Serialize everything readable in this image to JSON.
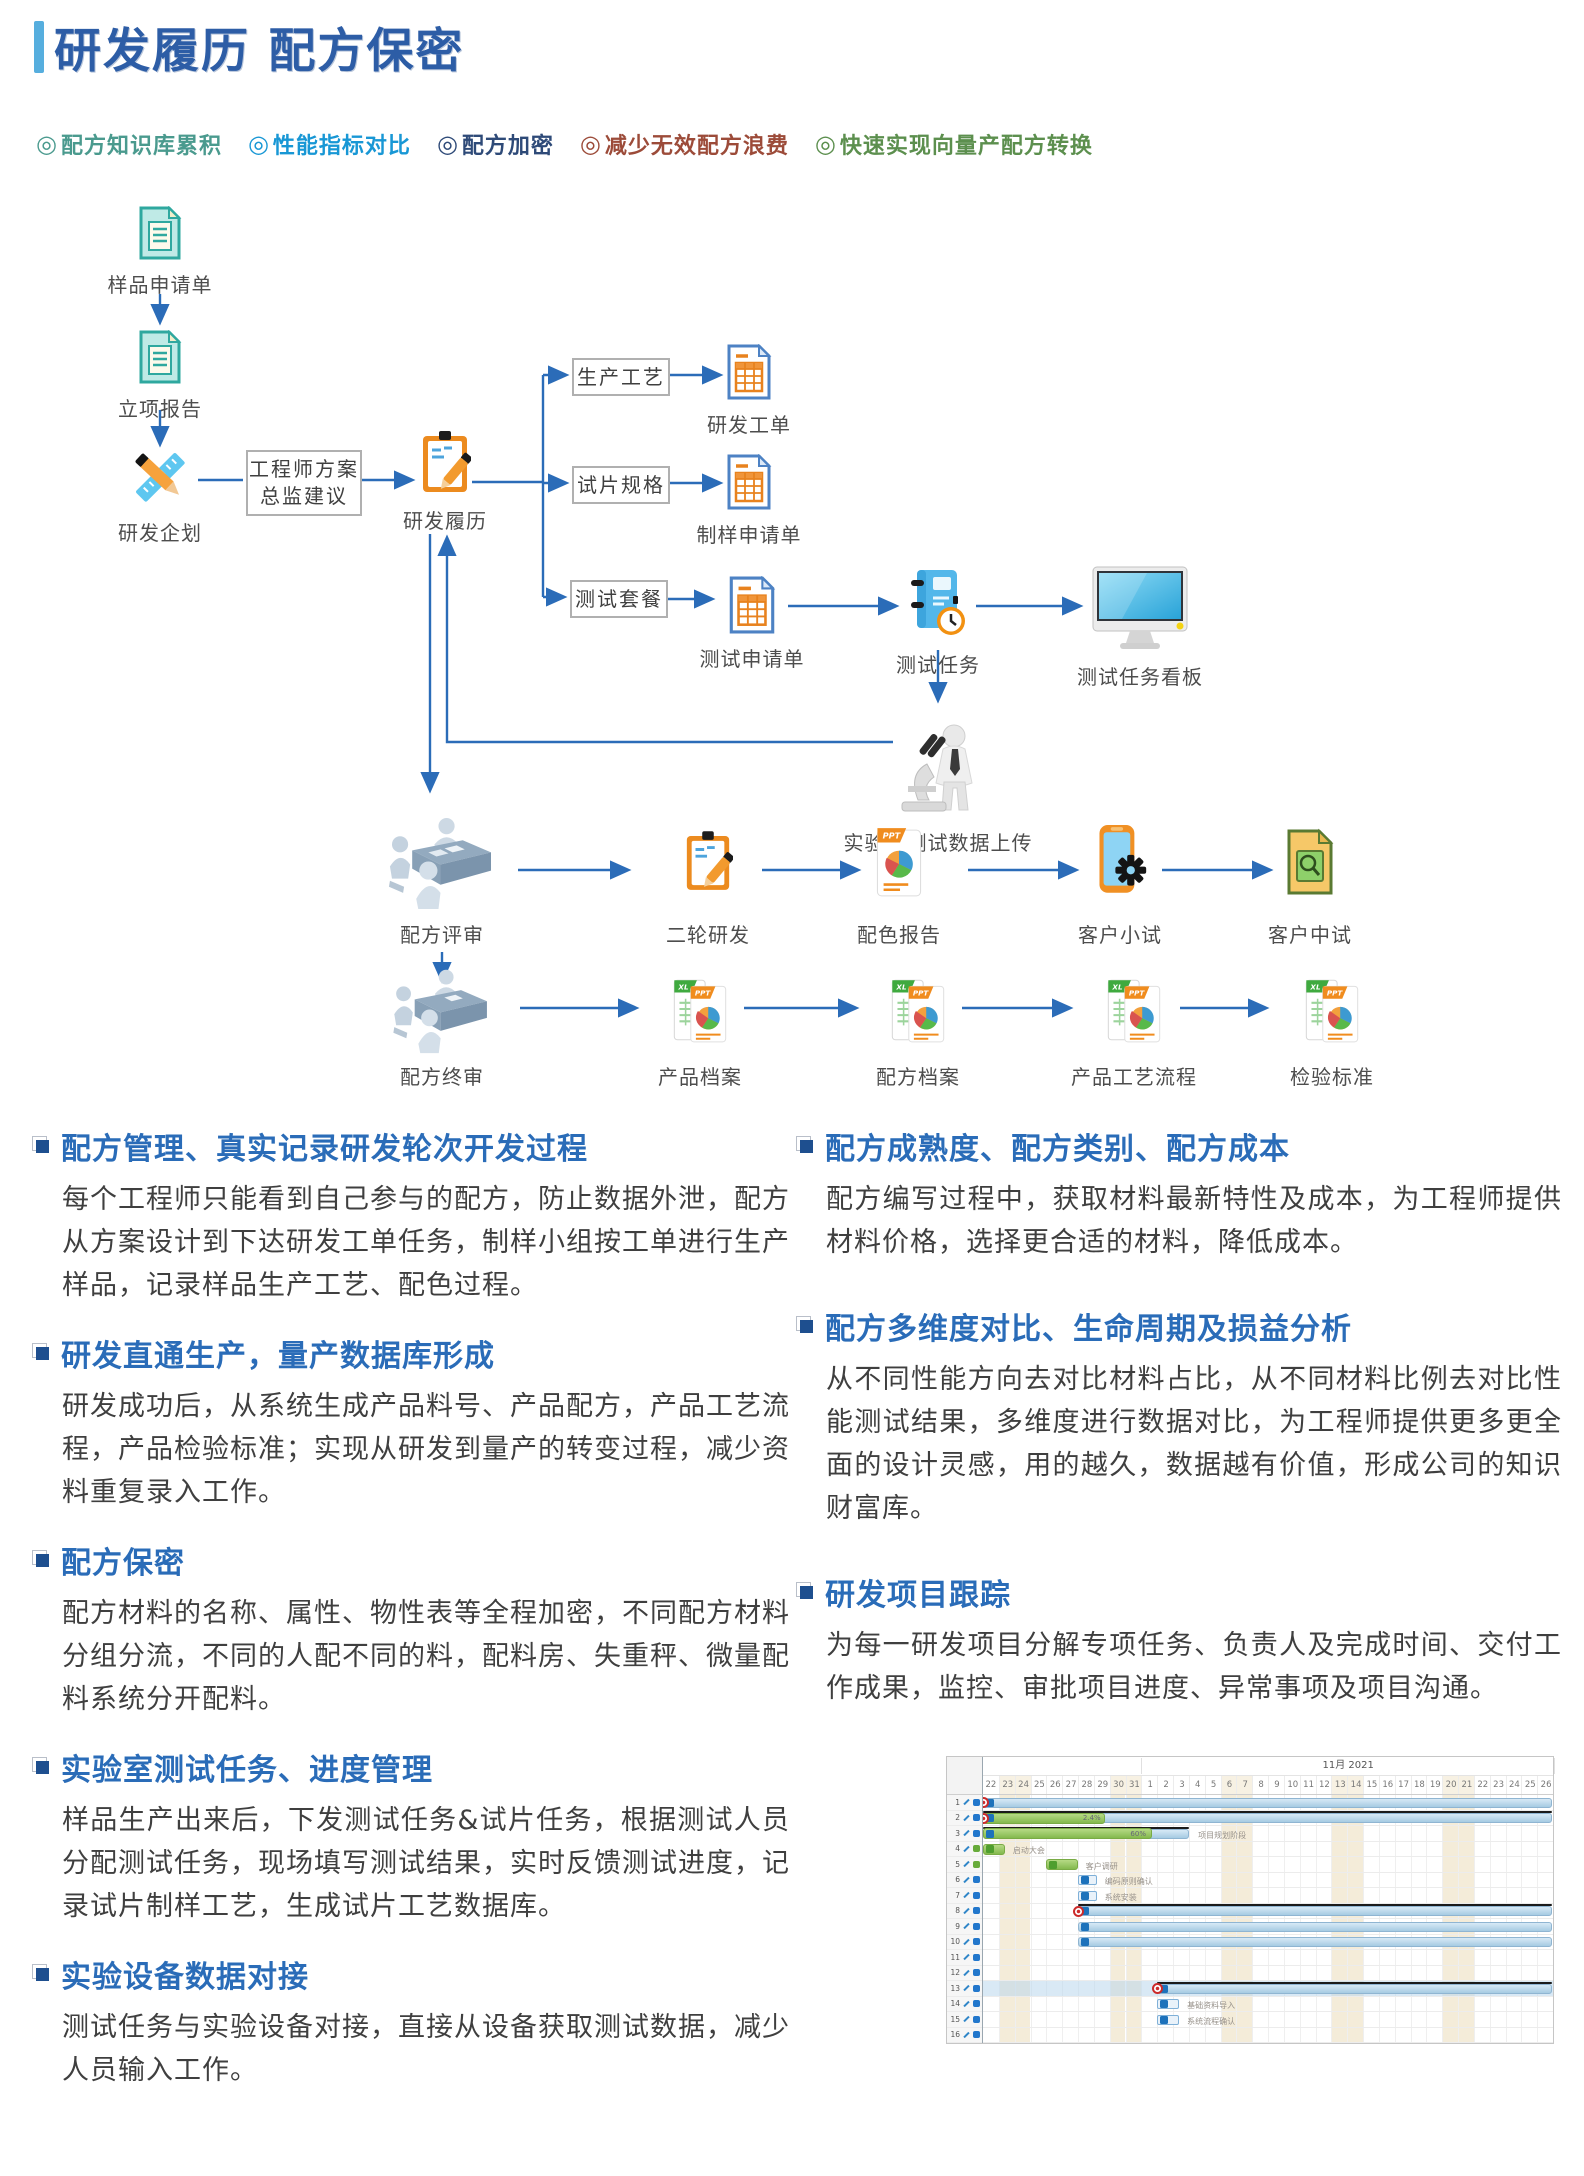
{
  "header": {
    "title": "研发履历 配方保密"
  },
  "features": {
    "bullet": "◎",
    "items": [
      {
        "label": "配方知识库累积",
        "color": "#4a9a8e"
      },
      {
        "label": "性能指标对比",
        "color": "#1897d5"
      },
      {
        "label": "配方加密",
        "color": "#2e4a78"
      },
      {
        "label": "减少无效配方浪费",
        "color": "#9c4b39"
      },
      {
        "label": "快速实现向量产配方转换",
        "color": "#5c8f4e"
      }
    ]
  },
  "flowchart": {
    "sample_request": "样品申请单",
    "project_report": "立项报告",
    "rd_planning": "研发企划",
    "engineer_line1": "工程师方案",
    "engineer_line2": "总监建议",
    "rd_history": "研发履历",
    "production_process": "生产工艺",
    "rd_workorder": "研发工单",
    "specimen_spec": "试片规格",
    "sampling_request": "制样申请单",
    "test_package": "测试套餐",
    "test_request": "测试申请单",
    "test_task": "测试任务",
    "test_task_board": "测试任务看板",
    "lab_upload": "实验室测试数据上传",
    "formula_review": "配方评审",
    "second_round": "二轮研发",
    "color_report": "配色报告",
    "customer_trial_small": "客户小试",
    "customer_trial_pilot": "客户中试",
    "formula_final_review": "配方终审",
    "product_archive": "产品档案",
    "formula_archive": "配方档案",
    "product_process_flow": "产品工艺流程",
    "inspection_standard": "检验标准"
  },
  "icons": {
    "ppt": "PPT",
    "xl": "XL"
  },
  "sections_left": [
    {
      "title": "配方管理、真实记录研发轮次开发过程",
      "body": "每个工程师只能看到自己参与的配方，防止数据外泄，配方从方案设计到下达研发工单任务，制样小组按工单进行生产样品，记录样品生产工艺、配色过程。"
    },
    {
      "title": "研发直通生产，量产数据库形成",
      "body": "研发成功后，从系统生成产品料号、产品配方，产品工艺流程，产品检验标准；实现从研发到量产的转变过程，减少资料重复录入工作。"
    },
    {
      "title": "配方保密",
      "body": "配方材料的名称、属性、物性表等全程加密，不同配方材料分组分流，不同的人配不同的料，配料房、失重秤、微量配料系统分开配料。"
    },
    {
      "title": "实验室测试任务、进度管理",
      "body": "样品生产出来后，下发测试任务&试片任务，根据测试人员分配测试任务，现场填写测试结果，实时反馈测试进度，记录试片制样工艺，生成试片工艺数据库。"
    },
    {
      "title": "实验设备数据对接",
      "body": "测试任务与实验设备对接，直接从设备获取测试数据，减少人员输入工作。"
    }
  ],
  "sections_right": [
    {
      "title": "配方成熟度、配方类别、配方成本",
      "body": "配方编写过程中，获取材料最新特性及成本，为工程师提供材料价格，选择更合适的材料，降低成本。"
    },
    {
      "title": "配方多维度对比、生命周期及损益分析",
      "body": "从不同性能方向去对比材料占比，从不同材料比例去对比性能测试结果，多维度进行数据对比，为工程师提供更多更全面的设计灵感，用的越久，数据越有价值，形成公司的知识财富库。"
    },
    {
      "title": "研发项目跟踪",
      "body": "为每一研发项目分解专项任务、负责人及完成时间、交付工作成果，监控、审批项目进度、异常事项及项目沟通。"
    }
  ],
  "gantt": {
    "month_label": "11月 2021",
    "days": [
      "22",
      "23",
      "24",
      "25",
      "26",
      "27",
      "28",
      "29",
      "30",
      "31",
      "1",
      "2",
      "3",
      "4",
      "5",
      "6",
      "7",
      "8",
      "9",
      "10",
      "11",
      "12",
      "13",
      "14",
      "15",
      "16",
      "17",
      "18",
      "19",
      "20",
      "21",
      "22",
      "23",
      "24",
      "25",
      "26"
    ],
    "weekend_cols": [
      1,
      2,
      8,
      9,
      15,
      16,
      22,
      23,
      29,
      30
    ],
    "rows": [
      {
        "num": "1",
        "dot": "blue",
        "ms": 0,
        "chip": 0,
        "bar": {
          "s": 0,
          "e": 36,
          "kind": "plain"
        }
      },
      {
        "num": "2",
        "dot": "blue",
        "ms": 0,
        "chip": 0,
        "bar": {
          "s": 0,
          "e": 36,
          "kind": "summary"
        },
        "green": {
          "s": 0,
          "e": 7.7,
          "pct": "2.4%"
        }
      },
      {
        "num": "3",
        "dot": "blue",
        "chip": 0,
        "bar": {
          "s": 0,
          "e": 13,
          "kind": "summary"
        },
        "green": {
          "s": 0,
          "e": 10.7,
          "pct": "60%"
        },
        "label": {
          "x": 13.4,
          "text": "项目规划阶段"
        }
      },
      {
        "num": "4",
        "dot": "green",
        "gbar": {
          "s": 0,
          "e": 1.4
        },
        "label": {
          "x": 1.7,
          "text": "启动大会"
        }
      },
      {
        "num": "5",
        "dot": "green",
        "gbar": {
          "s": 4,
          "e": 6
        },
        "label": {
          "x": 6.3,
          "text": "客户调研"
        }
      },
      {
        "num": "6",
        "dot": "blue",
        "task": {
          "s": 6,
          "e": 7.2
        },
        "label": {
          "x": 7.5,
          "text": "编码原则确认"
        }
      },
      {
        "num": "7",
        "dot": "blue",
        "task": {
          "s": 6,
          "e": 7.2
        },
        "label": {
          "x": 7.5,
          "text": "系统安装"
        }
      },
      {
        "num": "8",
        "dot": "blue",
        "ms": 6,
        "chip": 6,
        "bar": {
          "s": 6,
          "e": 36,
          "kind": "summary"
        }
      },
      {
        "num": "9",
        "dot": "blue",
        "chip": 6,
        "bar": {
          "s": 6,
          "e": 36,
          "kind": "plain"
        }
      },
      {
        "num": "10",
        "dot": "blue",
        "chip": 6,
        "bar": {
          "s": 6,
          "e": 36,
          "kind": "plain"
        }
      },
      {
        "num": "11",
        "dot": "blue"
      },
      {
        "num": "12",
        "dot": "blue"
      },
      {
        "num": "13",
        "dot": "blue",
        "hl": true,
        "ms": 11,
        "chip": 11,
        "bar": {
          "s": 11,
          "e": 36,
          "kind": "summary"
        }
      },
      {
        "num": "14",
        "dot": "blue",
        "task": {
          "s": 11,
          "e": 12.4
        },
        "label": {
          "x": 12.7,
          "text": "基础资料导入"
        }
      },
      {
        "num": "15",
        "dot": "blue",
        "task": {
          "s": 11,
          "e": 12.4
        },
        "label": {
          "x": 12.7,
          "text": "系统流程确认"
        }
      },
      {
        "num": "16",
        "dot": "blue"
      }
    ]
  }
}
